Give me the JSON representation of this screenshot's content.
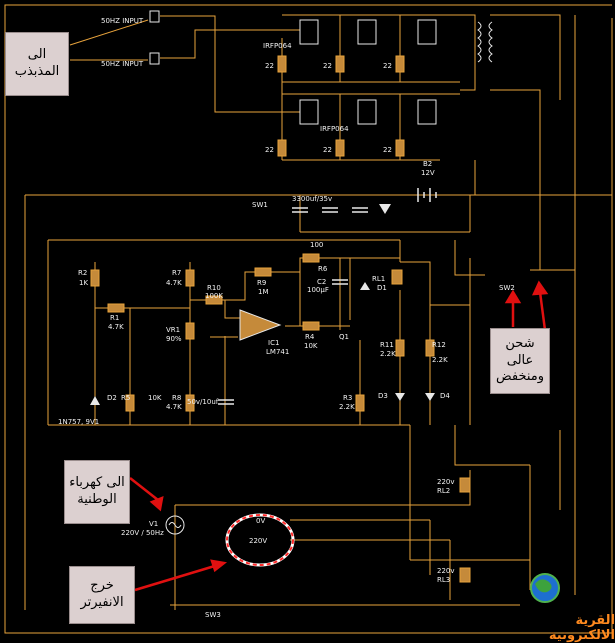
{
  "callouts": {
    "muthabthib": "الى المذبذب",
    "charge": "شحن عالى\nومنخفض",
    "grid": "الى كهرباء\nالوطنية",
    "output": "خرج\nالانفيرتر"
  },
  "logo": {
    "text": "القرية الالكترونية"
  },
  "labels": {
    "in1": "50HZ INPUT",
    "in2": "50HZ INPUT",
    "irfp_top": "IRFP064",
    "irfp_bot": "IRFP064",
    "r22_a": "22",
    "r22_b": "22",
    "r22_c": "22",
    "r22_d": "22",
    "r22_e": "22",
    "r22_f": "22",
    "b2": "B2",
    "b2v": "12V",
    "sw1": "SW1",
    "cap_bank": "3300uf/35v",
    "r100": "100",
    "r6": "R6",
    "rl1": "RL1",
    "d1": "D1",
    "sw2": "SW2",
    "r2": "R2",
    "r2v": "1K",
    "r7": "R7",
    "r7v": "4.7K",
    "r10": "R10",
    "r10v": "100K",
    "r9": "R9",
    "r9v": "1M",
    "c2": "C2",
    "c2v": "100µF",
    "r1": "R1",
    "r1v": "4.7K",
    "vr1": "VR1",
    "vr1v": "90%",
    "ic1": "IC1",
    "ic1v": "LM741",
    "r4": "R4",
    "r4v": "10K",
    "q1": "Q1",
    "r11": "R11",
    "r11v": "2.2K",
    "r12": "R12",
    "r12v": "2.2K",
    "d2": "D2",
    "r5": "R5",
    "r10k": "10K",
    "r8": "R8",
    "r8v": "4.7K",
    "c50": "50v/10uf",
    "r3": "R3",
    "r3v": "2.2K",
    "d3": "D3",
    "d4": "D4",
    "zener": "1N757, 9V1",
    "rl2": "RL2",
    "rl2v": "220v",
    "v1": "V1",
    "v1v": "220V / 50Hz",
    "out0": "0V",
    "out220": "220V",
    "rl3": "RL3",
    "rl3v": "220v",
    "sw3": "SW3"
  }
}
